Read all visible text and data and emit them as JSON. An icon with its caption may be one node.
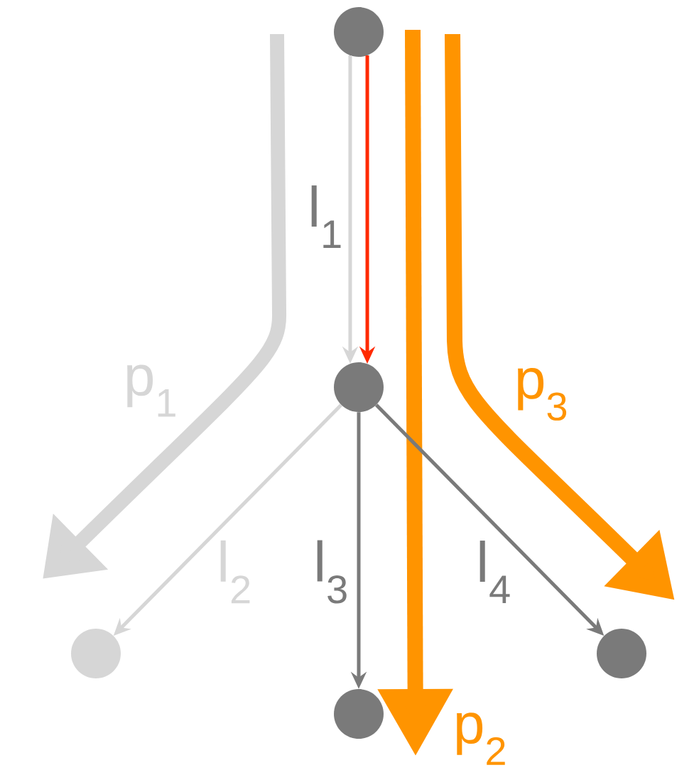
{
  "diagram": {
    "nodes": [
      {
        "text": [],
        "shape": "circle"
      },
      {
        "text": [],
        "shape": "circle"
      },
      {
        "text": [],
        "shape": "circle"
      },
      {
        "text": [],
        "shape": "circle"
      },
      {
        "text": [],
        "shape": "circle"
      }
    ],
    "edges": [
      {
        "from": 0,
        "to": 1,
        "arrow": "to",
        "label": "l$_{1}$",
        "color": "#d6d6d6"
      },
      {
        "from": 0,
        "to": 1,
        "arrow": "to",
        "color": "#ff2a00"
      },
      {
        "from": 1,
        "to": 2,
        "arrow": "to",
        "label": "l$_{2}$",
        "color": "#d6d6d6"
      },
      {
        "from": 1,
        "to": 3,
        "arrow": "to",
        "label": "l$_{3}$",
        "color": "#7a7a7a"
      },
      {
        "from": 1,
        "to": 4,
        "arrow": "to",
        "label": "l$_{4}$",
        "color": "#7a7a7a"
      }
    ],
    "labels": [
      "p$_{1}$",
      "p$_{3}$",
      "p$_{2}$"
    ]
  }
}
